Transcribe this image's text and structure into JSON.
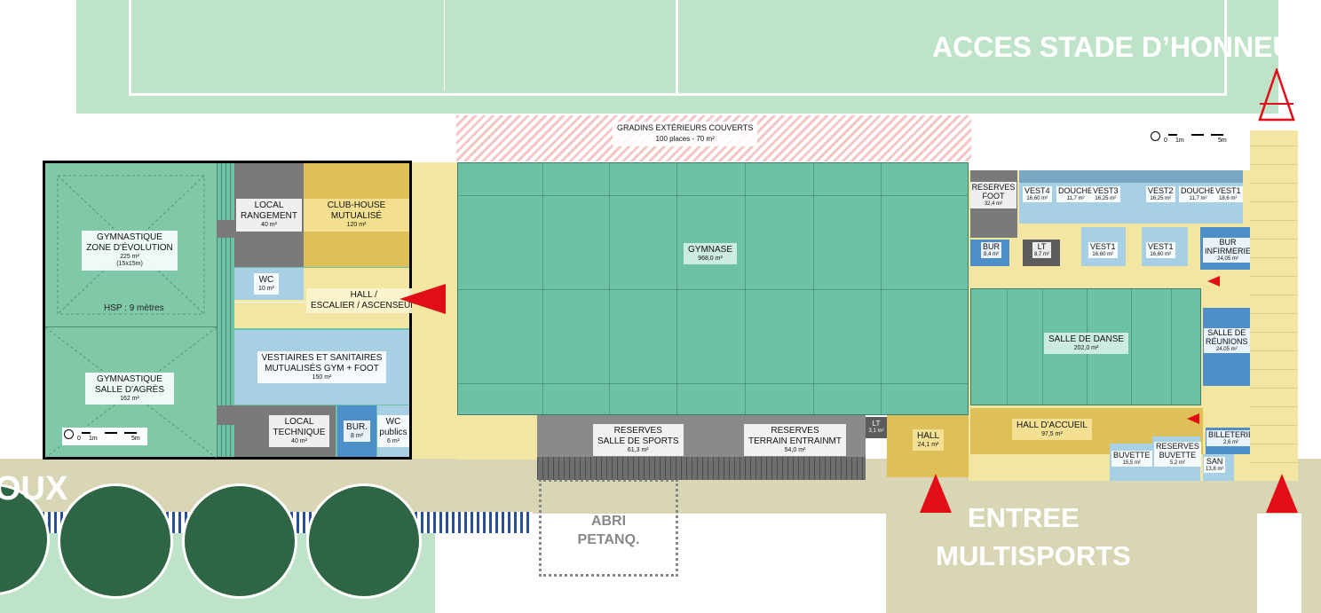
{
  "labels": {
    "acces_stade": "ACCES STADE D’HONNEUR",
    "entree_line1": "ENTREE",
    "entree_line2": "MULTISPORTS",
    "abri_line1": "ABRI",
    "abri_line2": "PETANQ.",
    "oux": "OUX",
    "gradins_name": "GRADINS EXTÉRIEURS COUVERTS",
    "gradins_sub": "100 places - 70 m²"
  },
  "scale": {
    "zero": "0",
    "one": "1m",
    "five": "5m"
  },
  "rooms": {
    "gym_evolution": {
      "l1": "GYMNASTIQUE",
      "l2": "ZONE D'ÉVOLUTION",
      "area": "225 m²",
      "dims": "(15x15m)"
    },
    "hsp": "HSP : 9 mètres",
    "gym_agres": {
      "l1": "GYMNASTIQUE",
      "l2": "SALLE D'AGRÈS",
      "area": "162 m²"
    },
    "local_rangement": {
      "l1": "LOCAL",
      "l2": "RANGEMENT",
      "area": "40 m²"
    },
    "club_house": {
      "name": "CLUB-HOUSE MUTUALISÉ",
      "area": "120 m²"
    },
    "wc_small": {
      "name": "WC",
      "area": "10 m²"
    },
    "hall_escalier": {
      "l1": "HALL /",
      "l2": "ESCALIER / ASCENSEUR"
    },
    "vestiaires": {
      "l1": "VESTIAIRES ET SANITAIRES",
      "l2": "MUTUALISÉS GYM + FOOT",
      "area": "150 m²"
    },
    "local_technique": {
      "l1": "LOCAL",
      "l2": "TECHNIQUE",
      "area": "40 m²"
    },
    "bur_small": {
      "name": "BUR.",
      "area": "8 m²"
    },
    "wc_publics": {
      "l1": "WC",
      "l2": "publics",
      "area": "6 m²"
    },
    "gymnase": {
      "name": "GYMNASE",
      "area": "968,0 m²"
    },
    "reserves_sports": {
      "l1": "RESERVES",
      "l2": "SALLE DE SPORTS",
      "area": "61,3 m²"
    },
    "reserves_terrain": {
      "l1": "RESERVES",
      "l2": "TERRAIN ENTRAINMT",
      "area": "54,0 m²"
    },
    "lt_small": {
      "name": "LT",
      "area": "3,1 m²"
    },
    "hall_small": {
      "name": "HALL",
      "area": "24,1 m²"
    },
    "reserves_foot": {
      "l1": "RESERVES",
      "l2": "FOOT",
      "area": "32,4 m²"
    },
    "vest4": {
      "name": "VEST4",
      "area": "16,60 m²"
    },
    "douche1": {
      "name": "DOUCHE",
      "area": "11,7 m²"
    },
    "vest3": {
      "name": "VEST3",
      "area": "16,25 m²"
    },
    "vest2": {
      "name": "VEST2",
      "area": "16,25 m²"
    },
    "douche2": {
      "name": "DOUCHE",
      "area": "11,7 m²"
    },
    "vest1_top": {
      "name": "VEST1",
      "area": "18,6 m²"
    },
    "bur_east": {
      "name": "BUR",
      "area": "8,4 m²"
    },
    "lt_east": {
      "name": "LT",
      "area": "8,7 m²"
    },
    "vest1_a": {
      "name": "VEST1",
      "area": "16,60 m²"
    },
    "vest1_b": {
      "name": "VEST1",
      "area": "16,60 m²"
    },
    "bur_infirmerie": {
      "l1": "BUR",
      "l2": "INFIRMERIE",
      "area": "24,05 m²"
    },
    "salle_danse": {
      "name": "SALLE DE DANSE",
      "area": "202,0 m²"
    },
    "salle_reunions": {
      "l1": "SALLE DE",
      "l2": "RÉUNIONS",
      "area": "24,05 m²"
    },
    "hall_accueil": {
      "name": "HALL D'ACCUEIL",
      "area": "97,5 m²"
    },
    "buvette": {
      "name": "BUVETTE",
      "area": "15,5 m²"
    },
    "reserves_buvette": {
      "l1": "RESERVES",
      "l2": "BUVETTE",
      "area": "5,2 m²"
    },
    "billeterie": {
      "name": "BILLETERIE",
      "area": "2,6 m²"
    },
    "san": {
      "name": "SAN",
      "area": "13,8 m²"
    }
  },
  "colors": {
    "field_green": "#bfe3c8",
    "teal": "#6cc1a6",
    "gym_green": "#7fc9a8",
    "gray_dark": "#7a7a7a",
    "gold": "#dfbf57",
    "light_yellow": "#f3e6a2",
    "light_blue": "#a8d0e4",
    "blue": "#4d8fc9",
    "red": "#e10e17",
    "beige": "#d9d6b6",
    "tree_green": "#2e6645"
  }
}
